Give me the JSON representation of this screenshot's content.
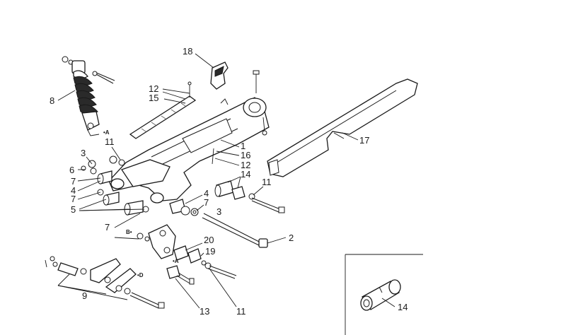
{
  "callouts": [
    {
      "id": "c18",
      "text": "18"
    },
    {
      "id": "c8",
      "text": "8"
    },
    {
      "id": "c12a",
      "text": "12"
    },
    {
      "id": "c15",
      "text": "15"
    },
    {
      "id": "c11a",
      "text": "11"
    },
    {
      "id": "c3a",
      "text": "3"
    },
    {
      "id": "c6",
      "text": "6"
    },
    {
      "id": "c7a",
      "text": "7"
    },
    {
      "id": "c4a",
      "text": "4"
    },
    {
      "id": "c7b",
      "text": "7"
    },
    {
      "id": "c5",
      "text": "5"
    },
    {
      "id": "c1",
      "text": "1"
    },
    {
      "id": "c16",
      "text": "16"
    },
    {
      "id": "c12b",
      "text": "12"
    },
    {
      "id": "c14a",
      "text": "14"
    },
    {
      "id": "c11b",
      "text": "11"
    },
    {
      "id": "c17",
      "text": "17"
    },
    {
      "id": "c4b",
      "text": "4"
    },
    {
      "id": "c7c",
      "text": "7"
    },
    {
      "id": "c3b",
      "text": "3"
    },
    {
      "id": "c2",
      "text": "2"
    },
    {
      "id": "c7d",
      "text": "7"
    },
    {
      "id": "c20",
      "text": "20"
    },
    {
      "id": "c19",
      "text": "19"
    },
    {
      "id": "c9",
      "text": "9"
    },
    {
      "id": "c13",
      "text": "13"
    },
    {
      "id": "c11c",
      "text": "11"
    },
    {
      "id": "c14b",
      "text": "14"
    }
  ],
  "markers": [
    {
      "id": "mA1",
      "text": "•A"
    },
    {
      "id": "mB1",
      "text": "B•"
    },
    {
      "id": "mA2",
      "text": "•A"
    },
    {
      "id": "mD",
      "text": "•D"
    }
  ]
}
